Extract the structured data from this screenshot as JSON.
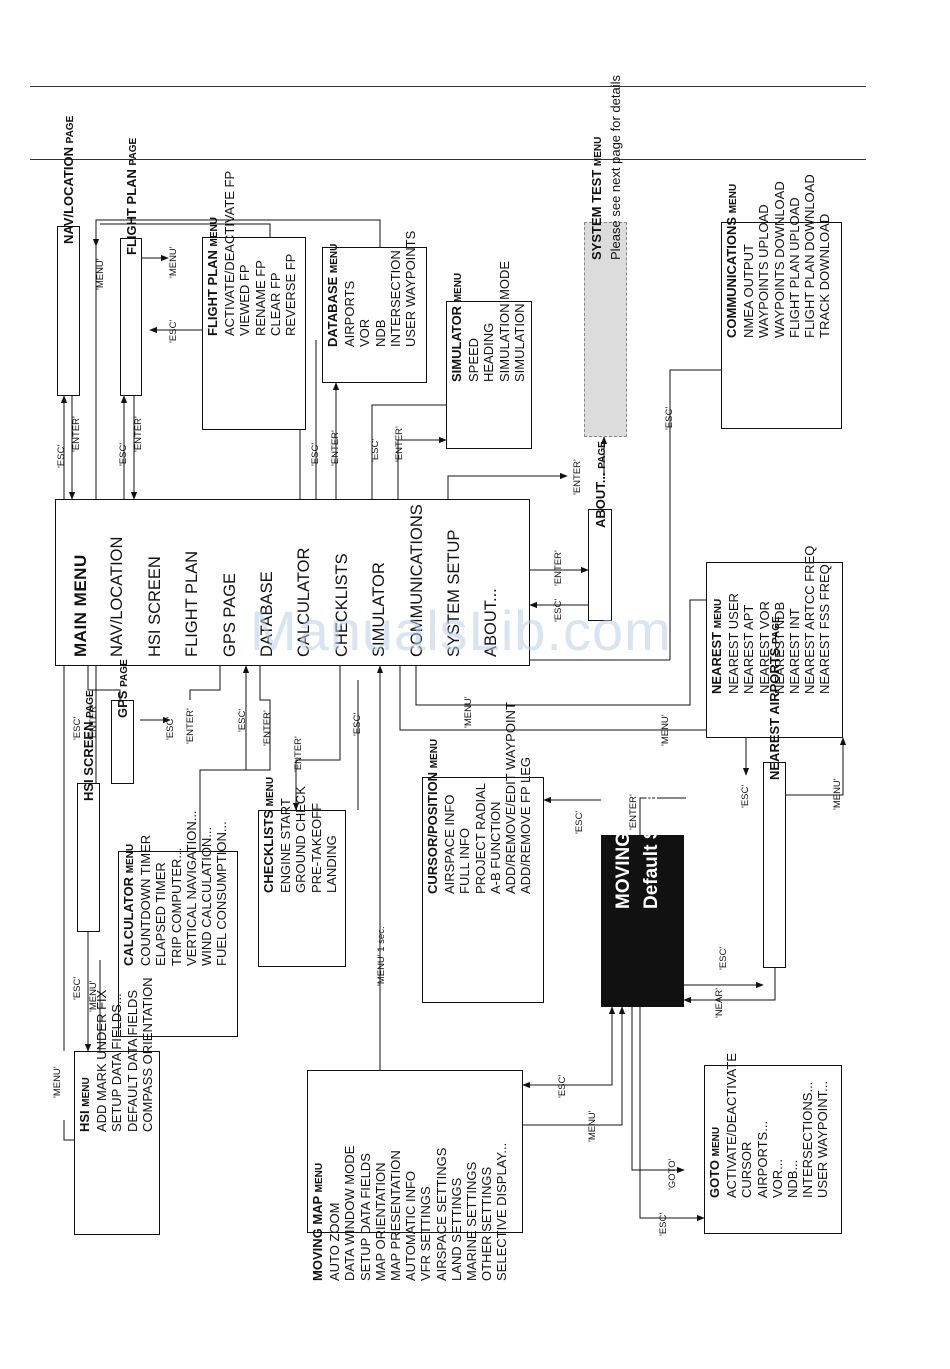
{
  "watermark": "ManualsLib.com",
  "boxes": {
    "main_menu": {
      "title": "MAIN MENU",
      "items": [
        "NAV/LOCATION",
        "HSI SCREEN",
        "FLIGHT PLAN",
        "GPS PAGE",
        "DATABASE",
        "CALCULATOR",
        "CHECKLISTS",
        "SIMULATOR",
        "COMMUNICATIONS",
        "SYSTEM SETUP",
        "ABOUT..."
      ]
    },
    "nav_location": {
      "title": "NAV/LOCATION",
      "suffix": "PAGE"
    },
    "flight_plan_page": {
      "title": "FLIGHT PLAN",
      "suffix": "PAGE"
    },
    "flight_plan_menu": {
      "title": "FLIGHT PLAN",
      "suffix": "MENU",
      "items": [
        "ACTIVATE/DEACTIVATE FP",
        "VIEWED FP",
        "RENAME FP",
        "CLEAR FP",
        "REVERSE FP"
      ]
    },
    "database_menu": {
      "title": "DATABASE",
      "suffix": "MENU",
      "items": [
        "AIRPORTS",
        "VOR",
        "NDB",
        "INTERSECTION",
        "USER WAYPOINTS"
      ]
    },
    "simulator_menu": {
      "title": "SIMULATOR",
      "suffix": "MENU",
      "items": [
        "SPEED",
        "HEADING",
        "SIMULATION MODE",
        "SIMULATION"
      ]
    },
    "system_test": {
      "title": "SYSTEM TEST",
      "suffix": "MENU",
      "items": [
        "Please see next page for details"
      ]
    },
    "communications_menu": {
      "title": "COMMUNICATIONS",
      "suffix": "MENU",
      "items": [
        "NMEA OUTPUT",
        "WAYPOINTS UPLOAD",
        "WAYPOINTS DOWNLOAD",
        "FLIGHT PLAN UPLOAD",
        "FLIGHT PLAN DOWNLOAD",
        "TRACK DOWNLOAD"
      ]
    },
    "about_page": {
      "title": "ABOUT...",
      "suffix": "PAGE"
    },
    "nearest_menu": {
      "title": "NEAREST",
      "suffix": "MENU",
      "items": [
        "NEAREST USER",
        "NEAREST APT",
        "NEAREST VOR",
        "NEAREST NDB",
        "NEAREST INT",
        "NEAREST ARTCC FREQ",
        "NEAREST FSS FREQ"
      ]
    },
    "gps_page": {
      "title": "GPS",
      "suffix": "PAGE"
    },
    "hsi_screen_page": {
      "title": "HSI SCREEN",
      "suffix": "PAGE"
    },
    "calculator_menu": {
      "title": "CALCULATOR",
      "suffix": "MENU",
      "items": [
        "COUNTDOWN TIMER",
        "ELAPSED TIMER",
        "TRIP COMPUTER...",
        "VERTICAL NAVIGATION...",
        "WIND CALCULATION...",
        "FUEL CONSUMPTION..."
      ]
    },
    "checklists_menu": {
      "title": "CHECKLISTS",
      "suffix": "MENU",
      "items": [
        "ENGINE START",
        "GROUND CHECK",
        "PRE-TAKEOFF",
        "LANDING"
      ]
    },
    "cursor_position_menu": {
      "title": "CURSOR/POSITION",
      "suffix": "MENU",
      "items": [
        "AIRSPACE INFO",
        "FULL INFO",
        "PROJECT RADIAL",
        "A-B FUNCTION",
        "ADD/REMOVE/EDIT WAYPOINT",
        "ADD/REMOVE FP LEG"
      ]
    },
    "moving_map": {
      "title": "MOVING MAP",
      "items": [
        "Default State"
      ]
    },
    "nearest_airports_page": {
      "title": "NEAREST AIRPORTS",
      "suffix": "PAGE"
    },
    "hsi_menu": {
      "title": "HSI",
      "suffix": "MENU",
      "items": [
        "ADD MARK UNDER FIX",
        "SETUP DATA FIELDS...",
        "DEFAULT DATA FIELDS",
        "COMPASS ORIENTATION"
      ]
    },
    "moving_map_menu": {
      "title": "MOVING MAP",
      "suffix": "MENU",
      "items": [
        "AUTO ZOOM",
        "DATA WINDOW MODE",
        "SETUP DATA FIELDS",
        "MAP ORIENTATION",
        "MAP PRESENTATION",
        "AUTOMATIC INFO",
        "VFR SETTINGS",
        "AIRSPACE SETTINGS",
        "LAND SETTINGS",
        "MARINE SETTINGS",
        "OTHER SETTINGS",
        "SELECTIVE DISPLAY..."
      ]
    },
    "goto_menu": {
      "title": "GOTO",
      "suffix": "MENU",
      "items": [
        "ACTIVATE/DEACTIVATE",
        "CURSOR",
        "AIRPORTS...",
        "VOR...",
        "NDB...",
        "INTERSECTIONS...",
        "USER WAYPOINT..."
      ]
    }
  },
  "labels": {
    "esc": "'ESC'",
    "enter": "'ENTER'",
    "menu": "'MENU'",
    "menu_1sec": "'MENU' 1 sec.",
    "near": "'NEAR'",
    "goto": "'GOTO'"
  }
}
